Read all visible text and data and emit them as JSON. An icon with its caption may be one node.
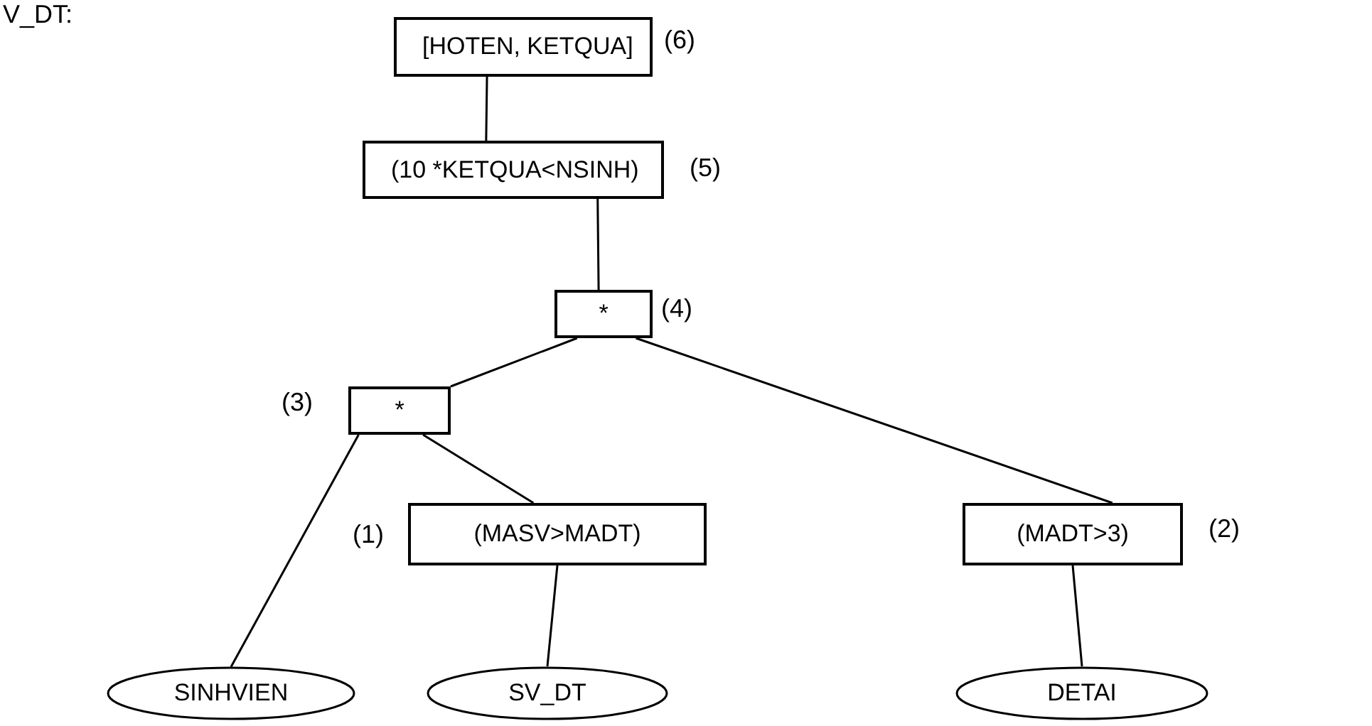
{
  "diagram": {
    "nodes": [
      {
        "text": [
          "[HOTEN, KETQUA]"
        ],
        "beside": [
          "(6)"
        ]
      },
      {
        "text": [
          "(10 *KETQUA<NSINH)"
        ],
        "beside": [
          "(5)"
        ]
      },
      {
        "text": [
          "*"
        ],
        "beside": [
          "(4)"
        ]
      },
      {
        "text": [
          "*"
        ],
        "beside": [
          "(3)"
        ]
      },
      {
        "text": [
          "(MASV>MADT)"
        ],
        "beside": [
          "(1)"
        ]
      },
      {
        "text": [
          "(MADT>3)"
        ],
        "beside": [
          "(2)"
        ]
      },
      {
        "text": [
          "SINHVIEN"
        ]
      },
      {
        "text": [
          "SV_DT"
        ]
      },
      {
        "text": [
          "DETAI"
        ]
      }
    ],
    "edges": [
      {
        "from": 0,
        "to": 1,
        "arrow": "none"
      },
      {
        "from": 1,
        "to": 2,
        "arrow": "none"
      },
      {
        "from": 2,
        "to": 3,
        "arrow": "none"
      },
      {
        "from": 2,
        "to": 5,
        "arrow": "none"
      },
      {
        "from": 3,
        "to": 6,
        "arrow": "none"
      },
      {
        "from": 3,
        "to": 4,
        "arrow": "none"
      },
      {
        "from": 4,
        "to": 7,
        "arrow": "none"
      },
      {
        "from": 5,
        "to": 8,
        "arrow": "none"
      }
    ],
    "labels": [
      "V_DT:"
    ]
  }
}
